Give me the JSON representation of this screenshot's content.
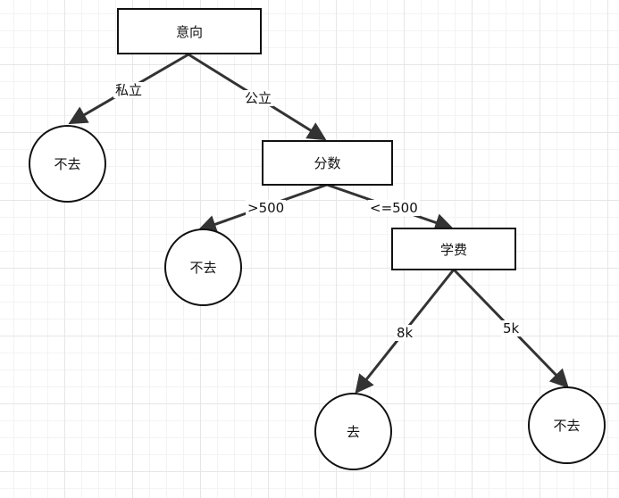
{
  "diagram": {
    "nodes": {
      "intent": "意向",
      "not_go_private": "不去",
      "score": "分数",
      "not_go_high_score": "不去",
      "tuition": "学费",
      "go": "去",
      "not_go_5k": "不去"
    },
    "edges": {
      "private": "私立",
      "public": "公立",
      "gt500": ">500",
      "le500": "<=500",
      "k8": "8k",
      "k5": "5k"
    }
  }
}
